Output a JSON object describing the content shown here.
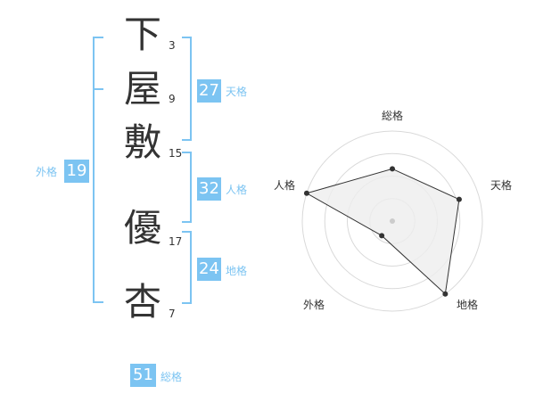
{
  "name": {
    "characters": [
      {
        "char": "下",
        "strokes": "3"
      },
      {
        "char": "屋",
        "strokes": "9"
      },
      {
        "char": "敷",
        "strokes": "15"
      },
      {
        "char": "優",
        "strokes": "17"
      },
      {
        "char": "杏",
        "strokes": "7"
      }
    ]
  },
  "grades": {
    "tenkaku": {
      "value": "27",
      "label": "天格"
    },
    "jinkaku": {
      "value": "32",
      "label": "人格"
    },
    "chikaku": {
      "value": "24",
      "label": "地格"
    },
    "gaikaku": {
      "value": "19",
      "label": "外格"
    },
    "soukaku": {
      "value": "51",
      "label": "総格"
    }
  },
  "radar": {
    "axes": [
      "総格",
      "天格",
      "地格",
      "外格",
      "人格"
    ],
    "values": [
      0.58,
      0.78,
      1.0,
      0.2,
      1.0
    ],
    "max": 1.0,
    "rings": 4,
    "colors": {
      "ring": "#d9d9d9",
      "fill": "#eeeeee",
      "line": "#333333",
      "center": "#cccccc"
    }
  },
  "colors": {
    "accent": "#7cc4f2",
    "text": "#333333"
  }
}
